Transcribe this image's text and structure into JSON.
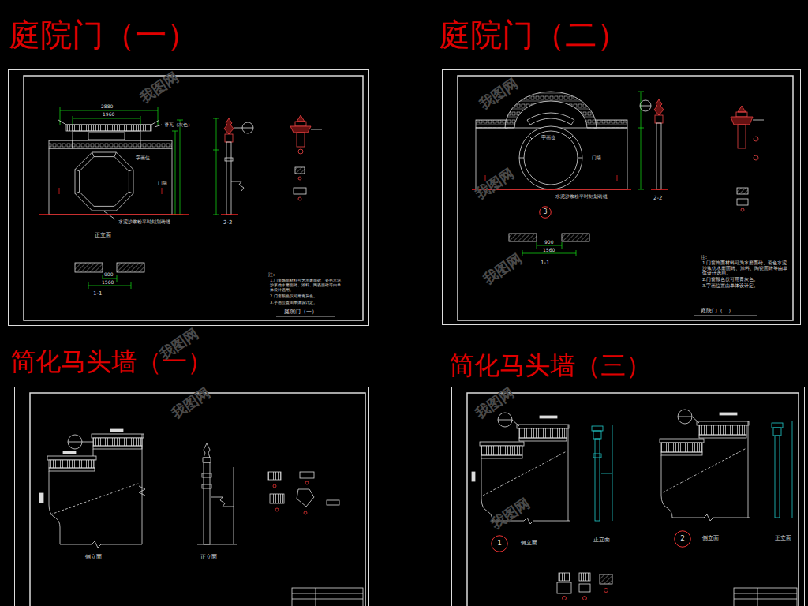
{
  "diagram": {
    "nodes": [
      {
        "text": [
          "庭院门（一）"
        ]
      },
      {
        "text": [
          "庭院门（二）"
        ]
      },
      {
        "text": [
          "简化马头墙（一）"
        ]
      },
      {
        "text": [
          "简化马头墙（三）"
        ]
      },
      {
        "text": [
          "3"
        ],
        "in": 1
      },
      {
        "text": [
          "1"
        ],
        "in": 3
      },
      {
        "text": [
          "2"
        ],
        "in": 3
      }
    ],
    "labels": [
      "2880",
      "1960",
      "脊瓦（灰色）",
      "字画位",
      "门墙",
      "水泥沙浆粉平时刻划砖缝",
      "正立面",
      "2-2",
      "900",
      "1560",
      "1-1",
      "注:",
      "1.门窗饰面材料可为水磨面砖、瓷色水泥沙浆仿水磨面砖、涂料、陶瓷面砖等由单体设计选用。",
      "2.门窗颜色仅可用青灰色。",
      "3.字画位置由单体设计定。",
      "庭院门（一）",
      "字画位",
      "门墙",
      "水泥沙浆粉平时刻划砖缝",
      "2-2",
      "900",
      "1560",
      "1-1",
      "注:",
      "1.门窗饰面材料可为水磨面砖、瓷色水泥沙浆仿水磨面砖、涂料、陶瓷面砖等由单体设计选用。",
      "2.门窗颜色仅可用青灰色。",
      "3.字画位置由单体设计定。",
      "庭院门（二）",
      "侧立面",
      "正立面",
      "侧立面",
      "正立面",
      "侧立面",
      "正立面",
      "我图网",
      "我图网",
      "我图网",
      "我图网",
      "我图网",
      "我图网",
      "我图网",
      "我图网"
    ]
  }
}
